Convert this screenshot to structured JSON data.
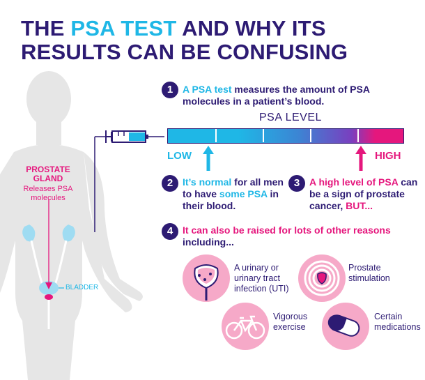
{
  "title": {
    "part1": "THE ",
    "highlight": "PSA TEST",
    "part2": " AND WHY ITS RESULTS CAN BE CONFUSING"
  },
  "body_labels": {
    "prostate": "PROSTATE GLAND",
    "releases": "Releases PSA molecules",
    "bladder": "BLADDER"
  },
  "step1": {
    "number": "1",
    "highlight": "A PSA test",
    "rest": " measures the amount of PSA molecules in a patient’s blood."
  },
  "scale": {
    "label": "PSA LEVEL",
    "low": "LOW",
    "high": "HIGH",
    "colors": [
      "#1fb7e6",
      "#27a9e3",
      "#3d7fd0",
      "#6a4bc0",
      "#e5177d"
    ]
  },
  "step2": {
    "number": "2",
    "a": "It’s normal",
    "b": " for all men to have ",
    "c": "some",
    "d": " PSA",
    "e": " in their blood."
  },
  "step3": {
    "number": "3",
    "a": "A high level of PSA",
    "b": " can be a sign of prostate cancer, ",
    "c": "BUT..."
  },
  "step4": {
    "number": "4",
    "a": "It can also be raised for lots of other reasons",
    "b": " including..."
  },
  "reasons": [
    {
      "label": "A urinary or urinary tract infection (UTI)",
      "icon": "uti-icon"
    },
    {
      "label": "Prostate stimulation",
      "icon": "prostate-stimulation-icon"
    },
    {
      "label": "Vigorous exercise",
      "icon": "bicycle-icon"
    },
    {
      "label": "Certain medications",
      "icon": "pill-icon"
    }
  ],
  "colors": {
    "navy": "#2d1b73",
    "cyan": "#1fb7e6",
    "pink": "#e5177d",
    "body_gray": "#e6e6e6",
    "circle_pink": "#f6a9c8"
  }
}
